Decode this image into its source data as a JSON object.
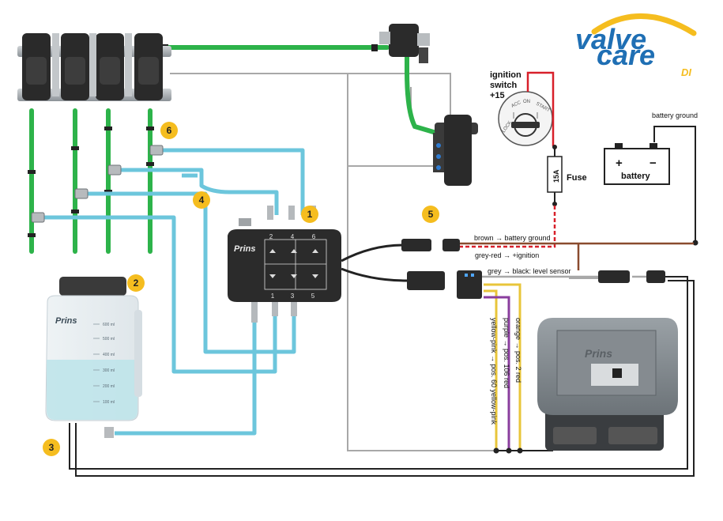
{
  "brand": {
    "logo_line1": "valve",
    "logo_line2": "care",
    "logo_suffix": "DI",
    "colors": {
      "blue": "#1f6fb4",
      "yellow": "#f5bd1f"
    }
  },
  "components": {
    "ignition_label_1": "ignition",
    "ignition_label_2": "switch",
    "ignition_label_3": "+15",
    "lock_positions": [
      "LOCK",
      "ACC",
      "ON",
      "START"
    ],
    "fuse_rating": "15A",
    "fuse_label": "Fuse",
    "battery_ground": "battery ground",
    "battery_label": "battery",
    "battery_plus": "+",
    "battery_minus": "−",
    "distributor_brand": "Prins",
    "distributor_ports_top": [
      "2",
      "4",
      "6"
    ],
    "distributor_ports_bottom": [
      "1",
      "3",
      "5"
    ],
    "tank_brand": "Prins",
    "tank_scale": [
      "600 ml",
      "500 ml",
      "400 ml",
      "300 ml",
      "200 ml",
      "100 ml"
    ],
    "ecu_brand": "Prins"
  },
  "wires": {
    "brown": "brown → battery ground",
    "grey_red": "grey-red → +ignition",
    "grey_black": "grey → black: level sensor",
    "orange": "orange → pos. 2 red",
    "purple": "purple → pos. 106 red",
    "yellow_pink": "yellow-pink → pos. 60 yellow-pink"
  },
  "markers": [
    "1",
    "2",
    "3",
    "4",
    "5",
    "6"
  ],
  "colors": {
    "green_pipe": "#2db34a",
    "blue_pipe": "#6cc6dc",
    "grey_wire": "#a8a8a8",
    "red_wire": "#d8202a",
    "brown_wire": "#8a4b2e",
    "purple_wire": "#8a3e9e",
    "yellow_wire": "#e8c53a"
  }
}
